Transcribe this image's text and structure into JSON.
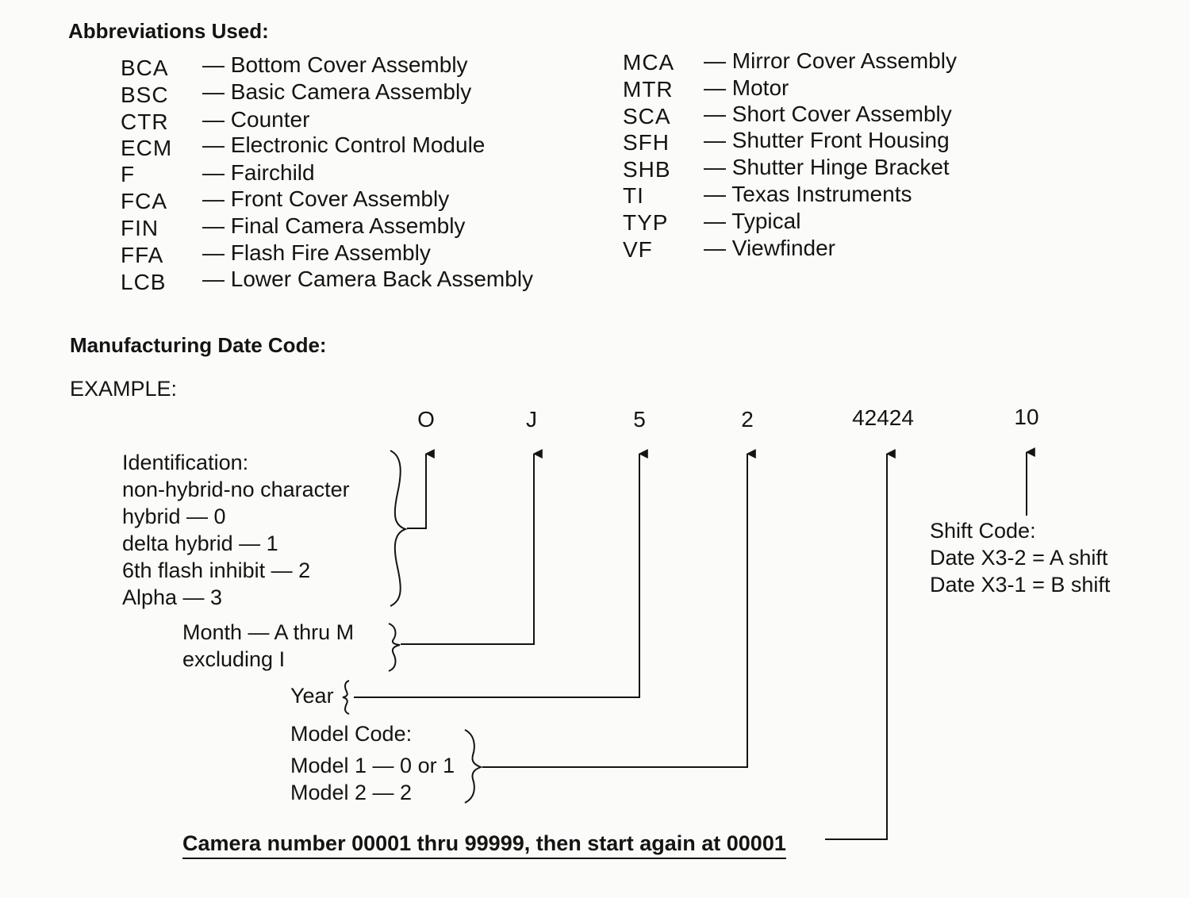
{
  "abbreviations": {
    "heading": "Abbreviations Used:",
    "left": [
      {
        "code": "BCA",
        "desc": "— Bottom Cover Assembly"
      },
      {
        "code": "BSC",
        "desc": "— Basic Camera Assembly"
      },
      {
        "code": "CTR",
        "desc": "— Counter"
      },
      {
        "code": "ECM",
        "desc": "— Electronic Control Module"
      },
      {
        "code": "F",
        "desc": "— Fairchild"
      },
      {
        "code": "FCA",
        "desc": "— Front Cover Assembly"
      },
      {
        "code": "FIN",
        "desc": "— Final Camera Assembly"
      },
      {
        "code": "FFA",
        "desc": "— Flash Fire Assembly"
      },
      {
        "code": "LCB",
        "desc": "— Lower Camera Back Assembly"
      }
    ],
    "right": [
      {
        "code": "MCA",
        "desc": "— Mirror Cover Assembly"
      },
      {
        "code": "MTR",
        "desc": "— Motor"
      },
      {
        "code": "SCA",
        "desc": "— Short Cover Assembly"
      },
      {
        "code": "SFH",
        "desc": "— Shutter Front Housing"
      },
      {
        "code": "SHB",
        "desc": "— Shutter Hinge Bracket"
      },
      {
        "code": "TI",
        "desc": "— Texas Instruments"
      },
      {
        "code": "TYP",
        "desc": "— Typical"
      },
      {
        "code": "VF",
        "desc": "— Viewfinder"
      }
    ]
  },
  "date_code": {
    "heading": "Manufacturing Date Code:",
    "example_label": "EXAMPLE:",
    "characters": [
      "O",
      "J",
      "5",
      "2",
      "42424",
      "10"
    ],
    "identification": [
      "Identification:",
      "non-hybrid-no character",
      "hybrid — 0",
      "delta hybrid — 1",
      "6th flash inhibit — 2",
      "Alpha — 3"
    ],
    "month": [
      "Month — A thru M",
      "excluding I"
    ],
    "year": "Year",
    "model": [
      "Model Code:",
      "Model 1 — 0 or 1",
      "Model 2 — 2"
    ],
    "camera_number": "Camera number 00001 thru 99999, then start again at 00001",
    "shift": [
      "Shift Code:",
      "Date X3-2 = A shift",
      "Date X3-1 = B shift"
    ]
  }
}
